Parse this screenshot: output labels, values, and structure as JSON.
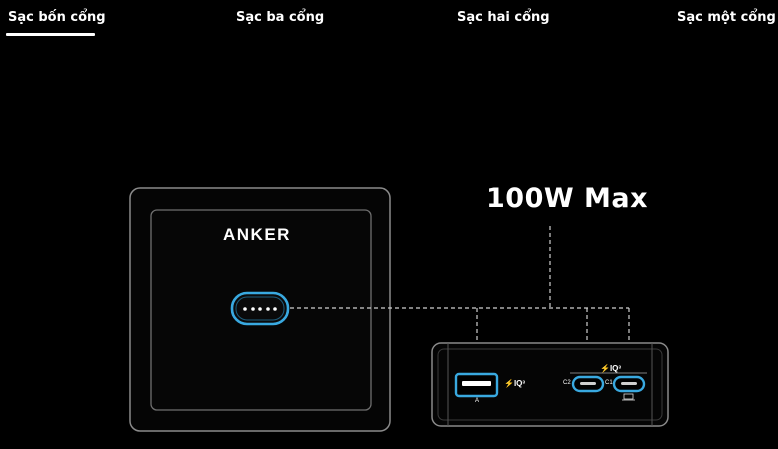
{
  "tabs": [
    {
      "label": "Sạc bốn cổng",
      "active": true
    },
    {
      "label": "Sạc ba cổng",
      "active": false
    },
    {
      "label": "Sạc hai cổng",
      "active": false
    },
    {
      "label": "Sạc một cổng",
      "active": false
    }
  ],
  "product": {
    "brand": "ANKER",
    "max_power": "100W Max",
    "ports": {
      "usb_a_label": "A",
      "c2_label": "C2",
      "c1_label": "C1",
      "iq_badge_a": "⚡IQ³",
      "iq_badge_c": "⚡IQ³"
    }
  },
  "colors": {
    "background": "#000000",
    "accent_glow": "#39a9e0",
    "device_outline": "#8a8a8a"
  }
}
